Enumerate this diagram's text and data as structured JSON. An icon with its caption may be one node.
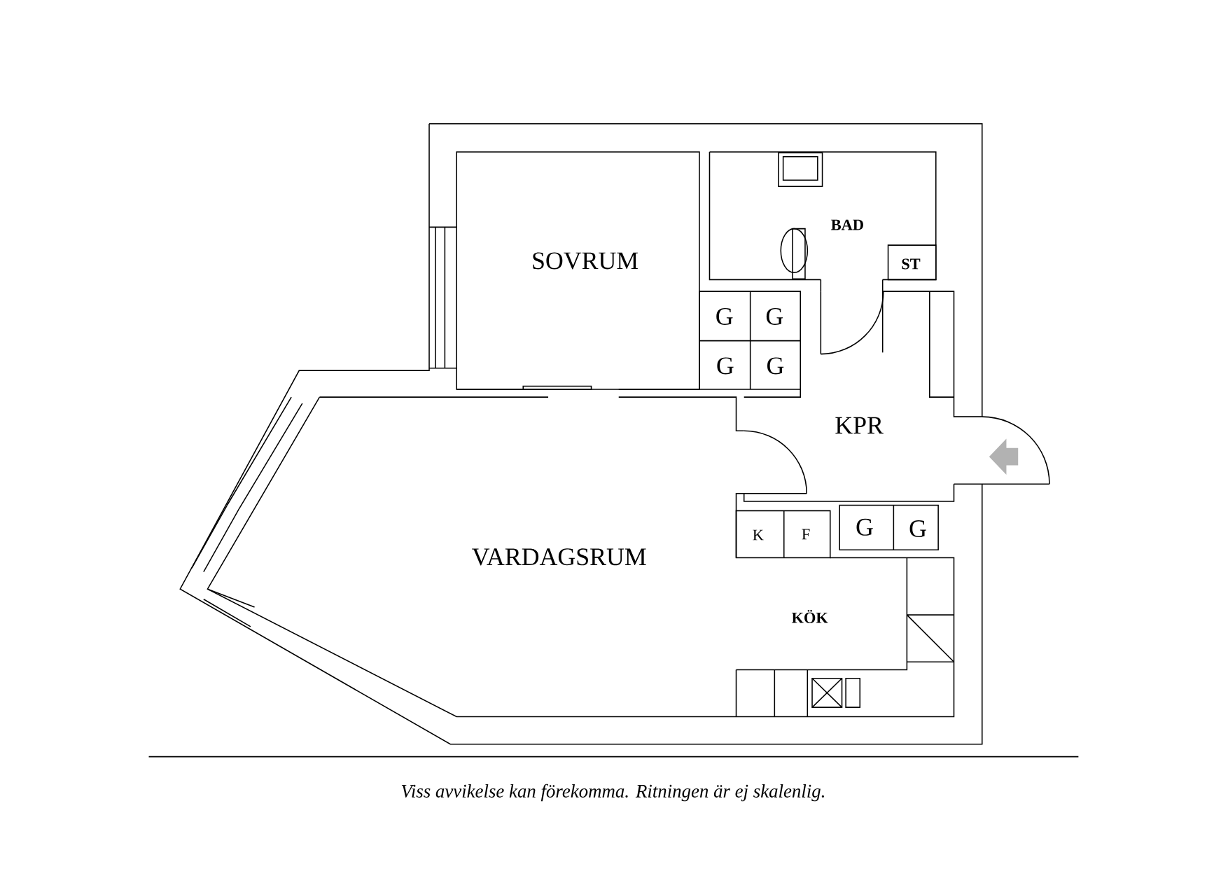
{
  "diagram": {
    "caption": "Viss avvikelse kan förekomma. Ritningen är ej skalenlig.",
    "labels": [
      "SOVRUM",
      "BAD",
      "ST",
      "G",
      "G",
      "G",
      "G",
      "KPR",
      "K",
      "F",
      "G",
      "G",
      "VARDAGSRUM",
      "KÖK"
    ]
  }
}
